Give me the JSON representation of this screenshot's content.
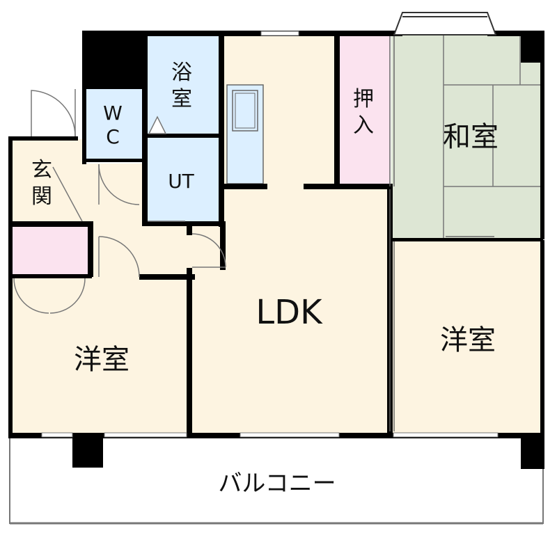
{
  "rooms": {
    "bath_line1": "浴",
    "bath_line2": "室",
    "wc_line1": "W",
    "wc_line2": "C",
    "ut": "UT",
    "entrance_line1": "玄",
    "entrance_line2": "関",
    "closet_line1": "押",
    "closet_line2": "入",
    "washitsu": "和室",
    "ldk": "LDK",
    "western_left": "洋室",
    "western_right": "洋室",
    "balcony": "バルコニー"
  },
  "colors": {
    "wall": "#000000",
    "floor": "#fdf4e1",
    "wet_area": "#dcefff",
    "storage": "#fbe3ef",
    "tatami": "#dde6d4",
    "line": "#7a7a7a"
  }
}
